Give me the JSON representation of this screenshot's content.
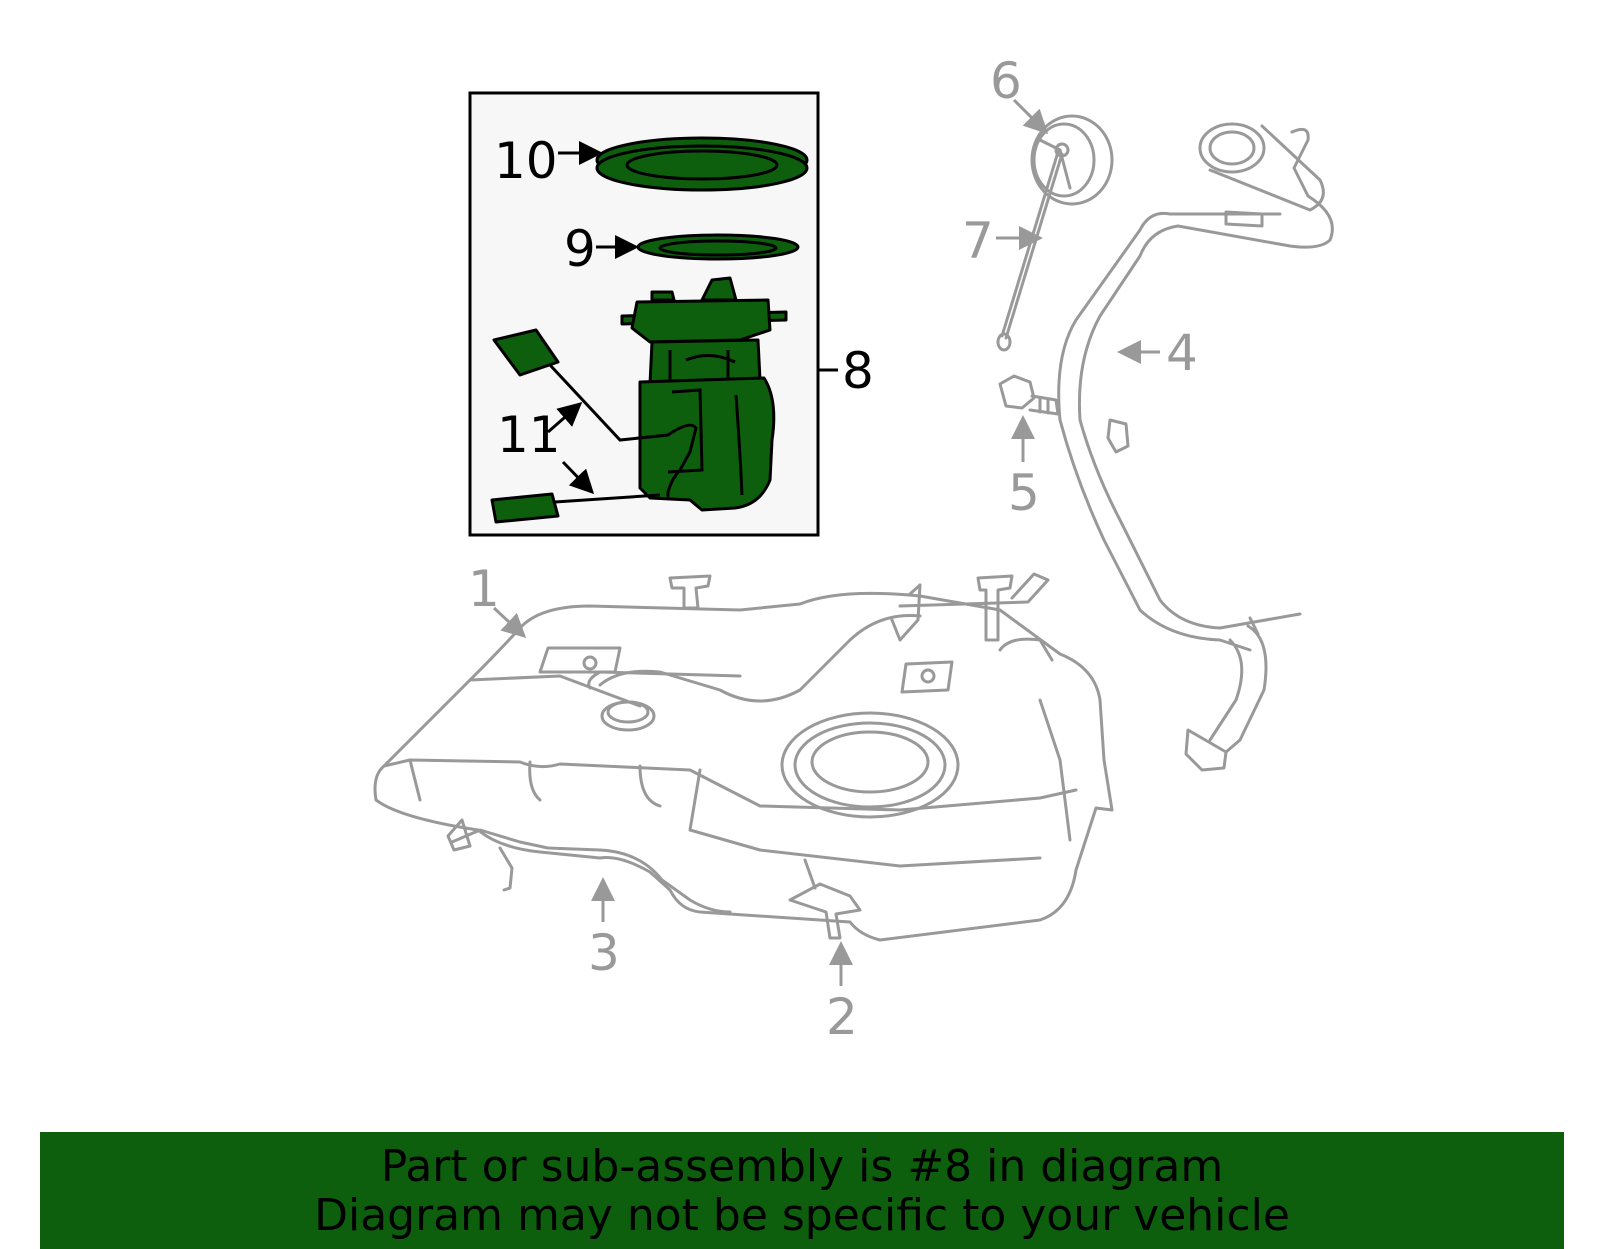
{
  "callouts": {
    "c1": "1",
    "c2": "2",
    "c3": "3",
    "c4": "4",
    "c5": "5",
    "c6": "6",
    "c7": "7",
    "c8": "8",
    "c9": "9",
    "c10": "10",
    "c11": "11"
  },
  "colors": {
    "highlight_green": "#0d5f0d",
    "part_grey": "#999999",
    "inset_background": "#f7f7f7"
  },
  "banner": {
    "line1": "Part or sub-assembly is #8 in diagram",
    "line2": "Diagram may not be specific to your vehicle"
  }
}
